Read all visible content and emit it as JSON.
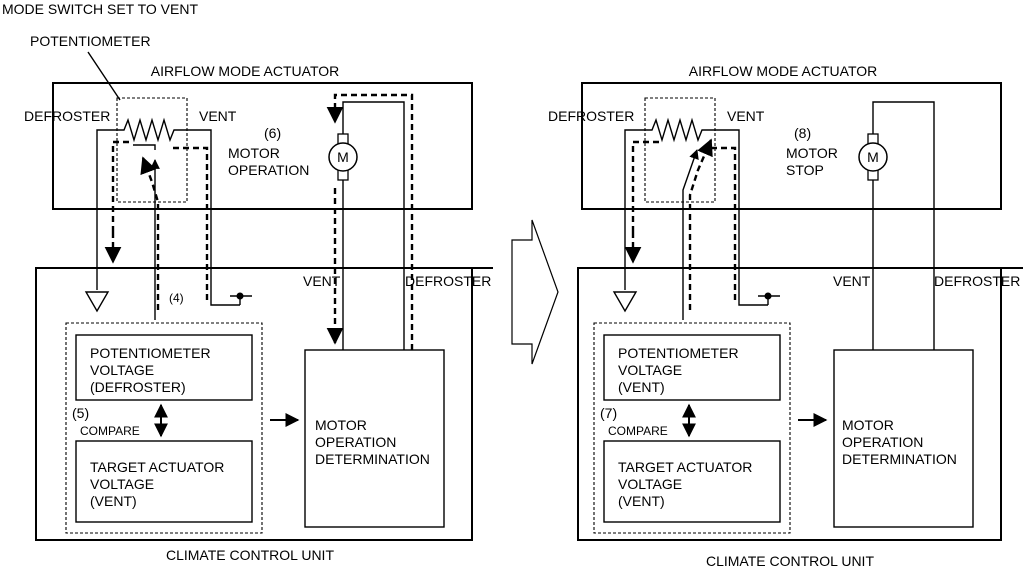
{
  "caption": "MODE SWITCH SET TO VENT",
  "potentiometer_callout": "POTENTIOMETER",
  "left": {
    "actuator_title": "AIRFLOW MODE ACTUATOR",
    "defroster_label": "DEFROSTER",
    "vent_label": "VENT",
    "motor_step": "(6)",
    "motor_status_line1": "MOTOR",
    "motor_status_line2": "OPERATION",
    "motor_symbol": "M",
    "signal_step": "(4)",
    "wire_vent": "VENT",
    "wire_defroster": "DEFROSTER",
    "pot_voltage": [
      "POTENTIOMETER",
      "VOLTAGE",
      "(DEFROSTER)"
    ],
    "compare_step": "(5)",
    "compare_label": "COMPARE",
    "target_voltage": [
      "TARGET ACTUATOR",
      "VOLTAGE",
      "(VENT)"
    ],
    "motor_det": [
      "MOTOR",
      "OPERATION",
      "DETERMINATION"
    ],
    "unit_title": "CLIMATE CONTROL UNIT"
  },
  "right": {
    "actuator_title": "AIRFLOW MODE ACTUATOR",
    "defroster_label": "DEFROSTER",
    "vent_label": "VENT",
    "motor_step": "(8)",
    "motor_status_line1": "MOTOR",
    "motor_status_line2": "STOP",
    "motor_symbol": "M",
    "wire_vent": "VENT",
    "wire_defroster": "DEFROSTER",
    "pot_voltage": [
      "POTENTIOMETER",
      "VOLTAGE",
      "(VENT)"
    ],
    "compare_step": "(7)",
    "compare_label": "COMPARE",
    "target_voltage": [
      "TARGET ACTUATOR",
      "VOLTAGE",
      "(VENT)"
    ],
    "motor_det": [
      "MOTOR",
      "OPERATION",
      "DETERMINATION"
    ],
    "unit_title": "CLIMATE CONTROL UNIT"
  },
  "transition_arrow": "right-arrow-icon"
}
